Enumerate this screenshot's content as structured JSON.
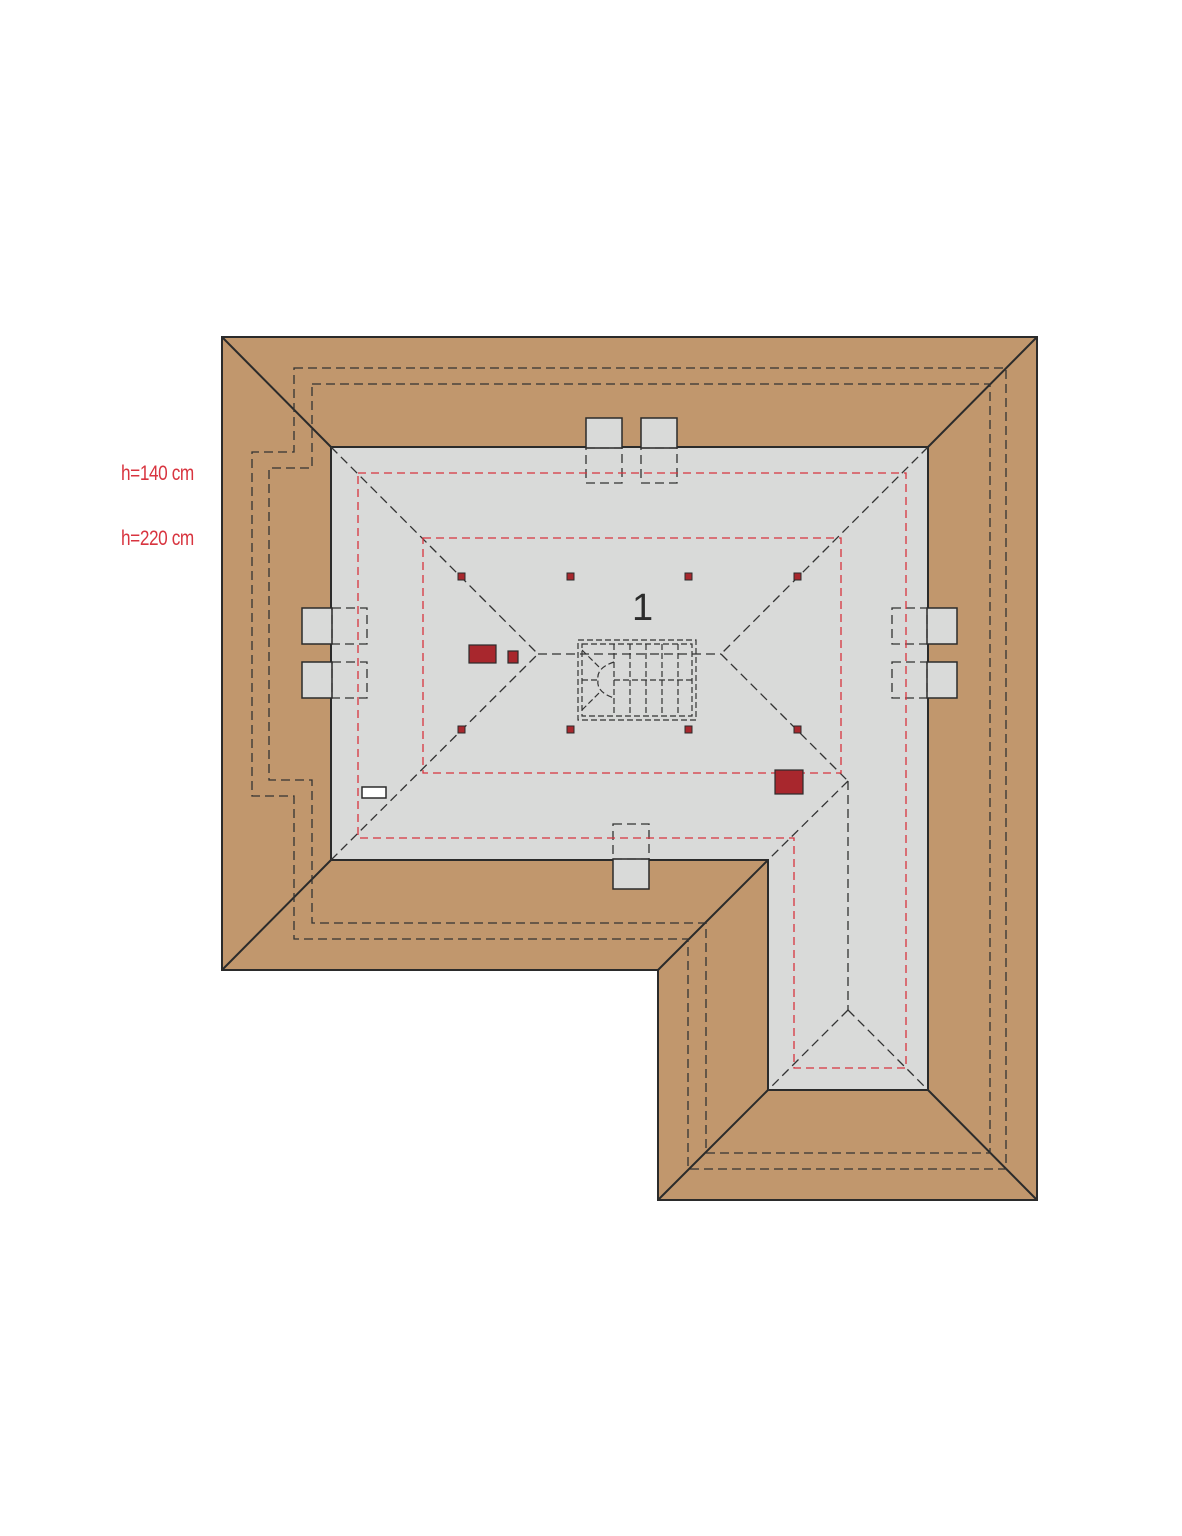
{
  "legend": {
    "h140_label": "h=140 cm",
    "h220_label": "h=220 cm"
  },
  "plan": {
    "room_number": "1"
  },
  "colors": {
    "roof": "#c1976d",
    "floor": "#d9dad9",
    "outline": "#2b2b2b",
    "dash_outline": "#333333",
    "height_line": "#d8343f",
    "chimney": "#a8272d",
    "legend_text": "#d8343f",
    "background": "#ffffff"
  }
}
